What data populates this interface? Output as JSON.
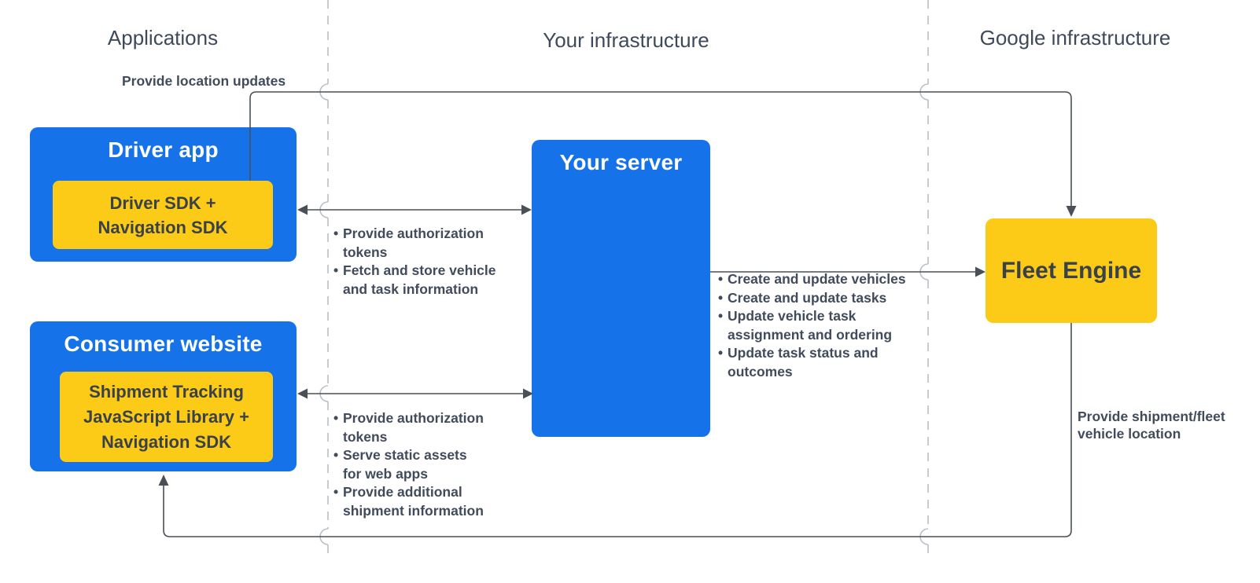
{
  "columns": [
    {
      "label": "Applications"
    },
    {
      "label": "Your infrastructure"
    },
    {
      "label": "Google infrastructure"
    }
  ],
  "nodes": {
    "driver_app": {
      "title": "Driver app",
      "sdk": "Driver SDK +\nNavigation SDK"
    },
    "consumer_website": {
      "title": "Consumer website",
      "sdk": "Shipment Tracking\nJavaScript Library +\nNavigation SDK"
    },
    "your_server": {
      "title": "Your server"
    },
    "fleet_engine": {
      "title": "Fleet Engine"
    }
  },
  "edge_labels": {
    "location_updates": "Provide location updates",
    "shipment_location": "Provide shipment/fleet\nvehicle location"
  },
  "bullet_lists": {
    "driver_server": [
      "Provide authorization\ntokens",
      "Fetch and store vehicle\nand task information"
    ],
    "consumer_server": [
      "Provide authorization\ntokens",
      "Serve static assets\nfor web apps",
      "Provide additional\nshipment information"
    ],
    "server_fleet": [
      "Create and update vehicles",
      "Create and update tasks",
      "Update vehicle task\nassignment and ordering",
      "Update task status and\noutcomes"
    ]
  },
  "ui": {
    "bullet": "•"
  },
  "colors": {
    "blue": "#1672E8",
    "yellow": "#FBCB18",
    "header_text": "#3E4A59",
    "body_text": "#414B5B",
    "line": "#4B5058",
    "dashed": "#BBC0C6",
    "box_text_dark": "#3B4149",
    "white": "#FFFFFF"
  }
}
